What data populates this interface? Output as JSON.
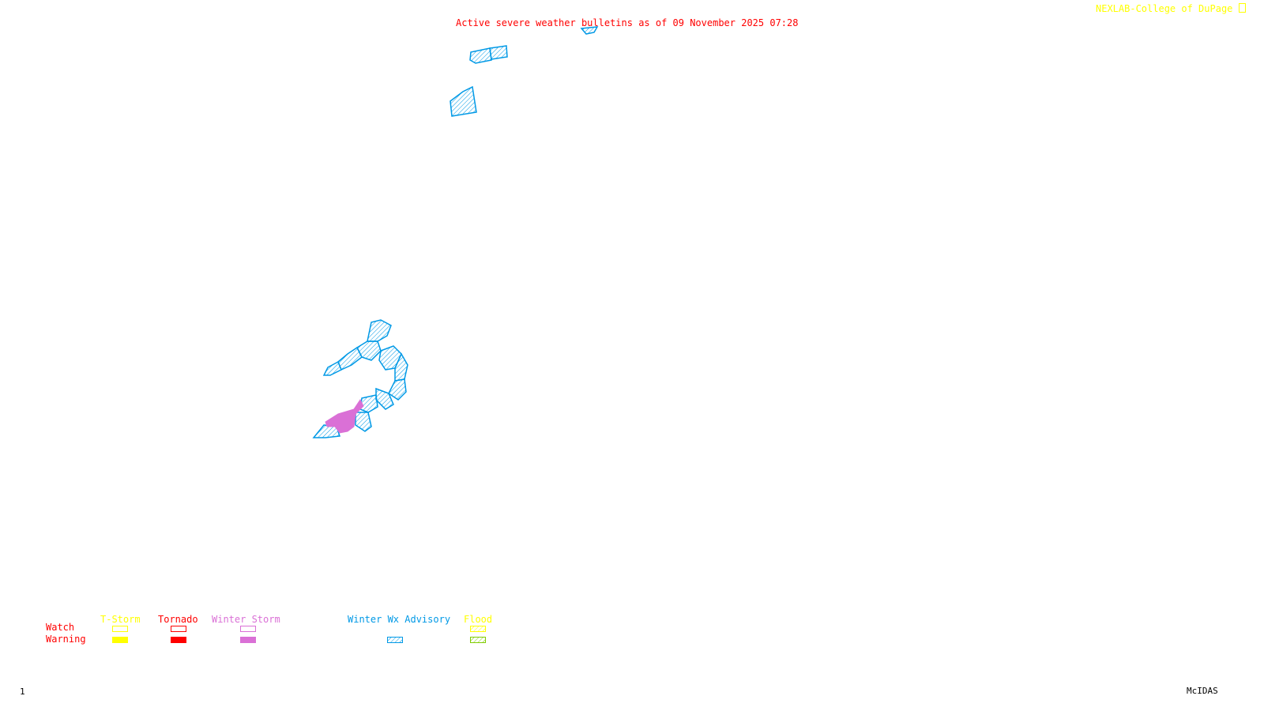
{
  "header": {
    "title": "Active severe weather bulletins as of 09 November 2025 07:28",
    "credit": "NEXLAB-College of DuPage",
    "credit_icon": "logo-mark-icon"
  },
  "footer": {
    "frame_number": "1",
    "software": "McIDAS"
  },
  "colors": {
    "title": "#ff0000",
    "credit": "#ffff00",
    "tstorm": "#ffff00",
    "tornado": "#ff0000",
    "winter_storm": "#da70d6",
    "winter_wx_advisory": "#0099e6",
    "flood_watch": "#ffff00",
    "flood_warning": "#7fcc00"
  },
  "legend": {
    "row_labels": {
      "watch": "Watch",
      "warning": "Warning"
    },
    "categories": [
      {
        "id": "tstorm",
        "label": "T-Storm",
        "watch": "outline",
        "warning": "filled"
      },
      {
        "id": "tornado",
        "label": "Tornado",
        "watch": "outline",
        "warning": "filled"
      },
      {
        "id": "winter_storm",
        "label": "Winter Storm",
        "watch": "outline",
        "warning": "filled"
      },
      {
        "id": "winter_wx_advisory",
        "label": "Winter Wx Advisory",
        "watch": null,
        "warning": "hatched"
      },
      {
        "id": "flood",
        "label": "Flood",
        "watch": "hatched",
        "warning": "hatched"
      }
    ]
  },
  "map": {
    "active_bulletins": [
      {
        "type": "Winter Wx Advisory",
        "region": "northern cluster"
      },
      {
        "type": "Winter Wx Advisory",
        "region": "north-central areas"
      },
      {
        "type": "Winter Wx Advisory",
        "region": "southwestern cluster"
      },
      {
        "type": "Winter Storm Warning",
        "region": "southwestern cluster"
      }
    ]
  }
}
